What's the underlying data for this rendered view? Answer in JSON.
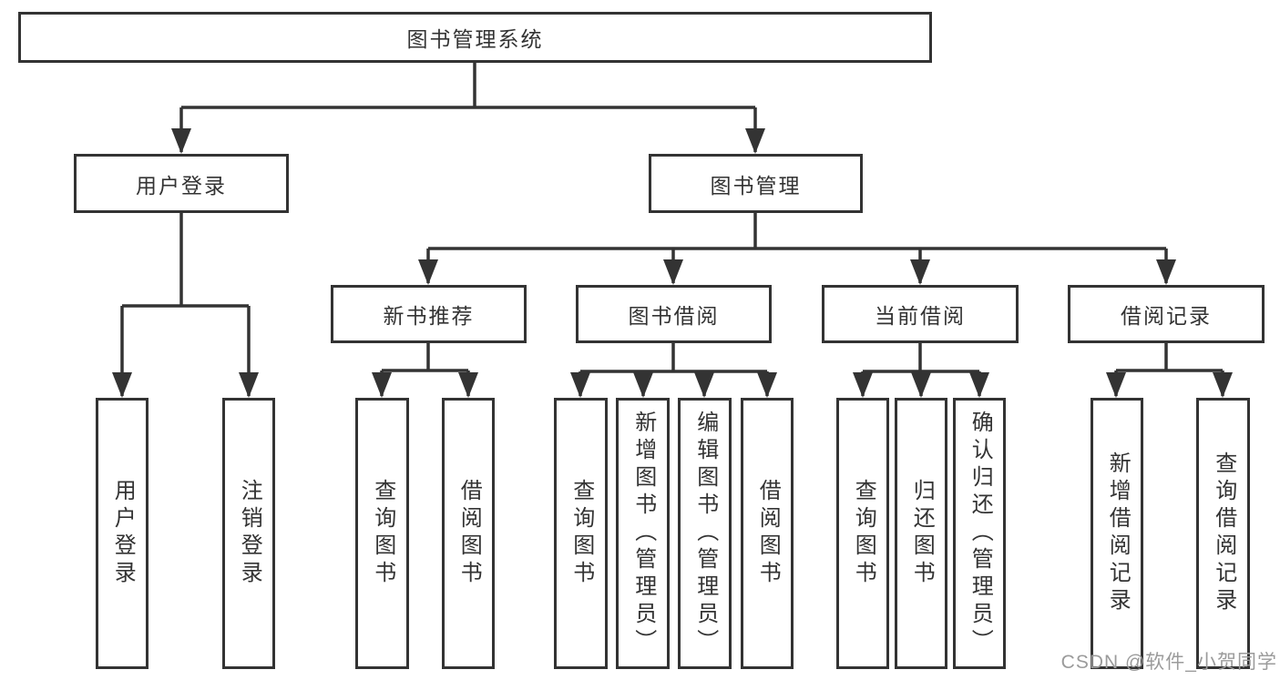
{
  "diagram": {
    "type": "hierarchy-tree",
    "colors": {
      "line": "#333333",
      "box_border": "#333333",
      "box_fill": "#ffffff",
      "text": "#333333",
      "watermark": "#9b9b9b",
      "background": "#ffffff"
    }
  },
  "nodes": {
    "root": {
      "label": "图书管理系统"
    },
    "user_login": {
      "label": "用户登录"
    },
    "book_management": {
      "label": "图书管理"
    },
    "new_book_recommend": {
      "label": "新书推荐"
    },
    "book_borrowing": {
      "label": "图书借阅"
    },
    "current_borrowing": {
      "label": "当前借阅"
    },
    "borrowing_records": {
      "label": "借阅记录"
    },
    "login": {
      "label": "用户登录"
    },
    "logout": {
      "label": "注销登录"
    },
    "recommend_query_books": {
      "label": "查询图书"
    },
    "recommend_borrow_books": {
      "label": "借阅图书"
    },
    "borrow_query_books": {
      "label": "查询图书"
    },
    "borrow_add_books": {
      "label": "新增图书（管理员）"
    },
    "borrow_edit_books": {
      "label": "编辑图书（管理员）"
    },
    "borrow_borrow_books": {
      "label": "借阅图书"
    },
    "current_query_books": {
      "label": "查询图书"
    },
    "current_return_books": {
      "label": "归还图书"
    },
    "current_confirm_return": {
      "label": "确认归还（管理员）"
    },
    "records_add_record": {
      "label": "新增借阅记录"
    },
    "records_query_record": {
      "label": "查询借阅记录"
    }
  },
  "hierarchy": [
    {
      "parent": "图书管理系统",
      "children": [
        "用户登录",
        "图书管理"
      ]
    },
    {
      "parent": "用户登录",
      "children": [
        "用户登录",
        "注销登录"
      ]
    },
    {
      "parent": "图书管理",
      "children": [
        "新书推荐",
        "图书借阅",
        "当前借阅",
        "借阅记录"
      ]
    },
    {
      "parent": "新书推荐",
      "children": [
        "查询图书",
        "借阅图书"
      ]
    },
    {
      "parent": "图书借阅",
      "children": [
        "查询图书",
        "新增图书（管理员）",
        "编辑图书（管理员）",
        "借阅图书"
      ]
    },
    {
      "parent": "当前借阅",
      "children": [
        "查询图书",
        "归还图书",
        "确认归还（管理员）"
      ]
    },
    {
      "parent": "借阅记录",
      "children": [
        "新增借阅记录",
        "查询借阅记录"
      ]
    }
  ],
  "watermark": {
    "text": "CSDN @软件_小贺同学"
  }
}
